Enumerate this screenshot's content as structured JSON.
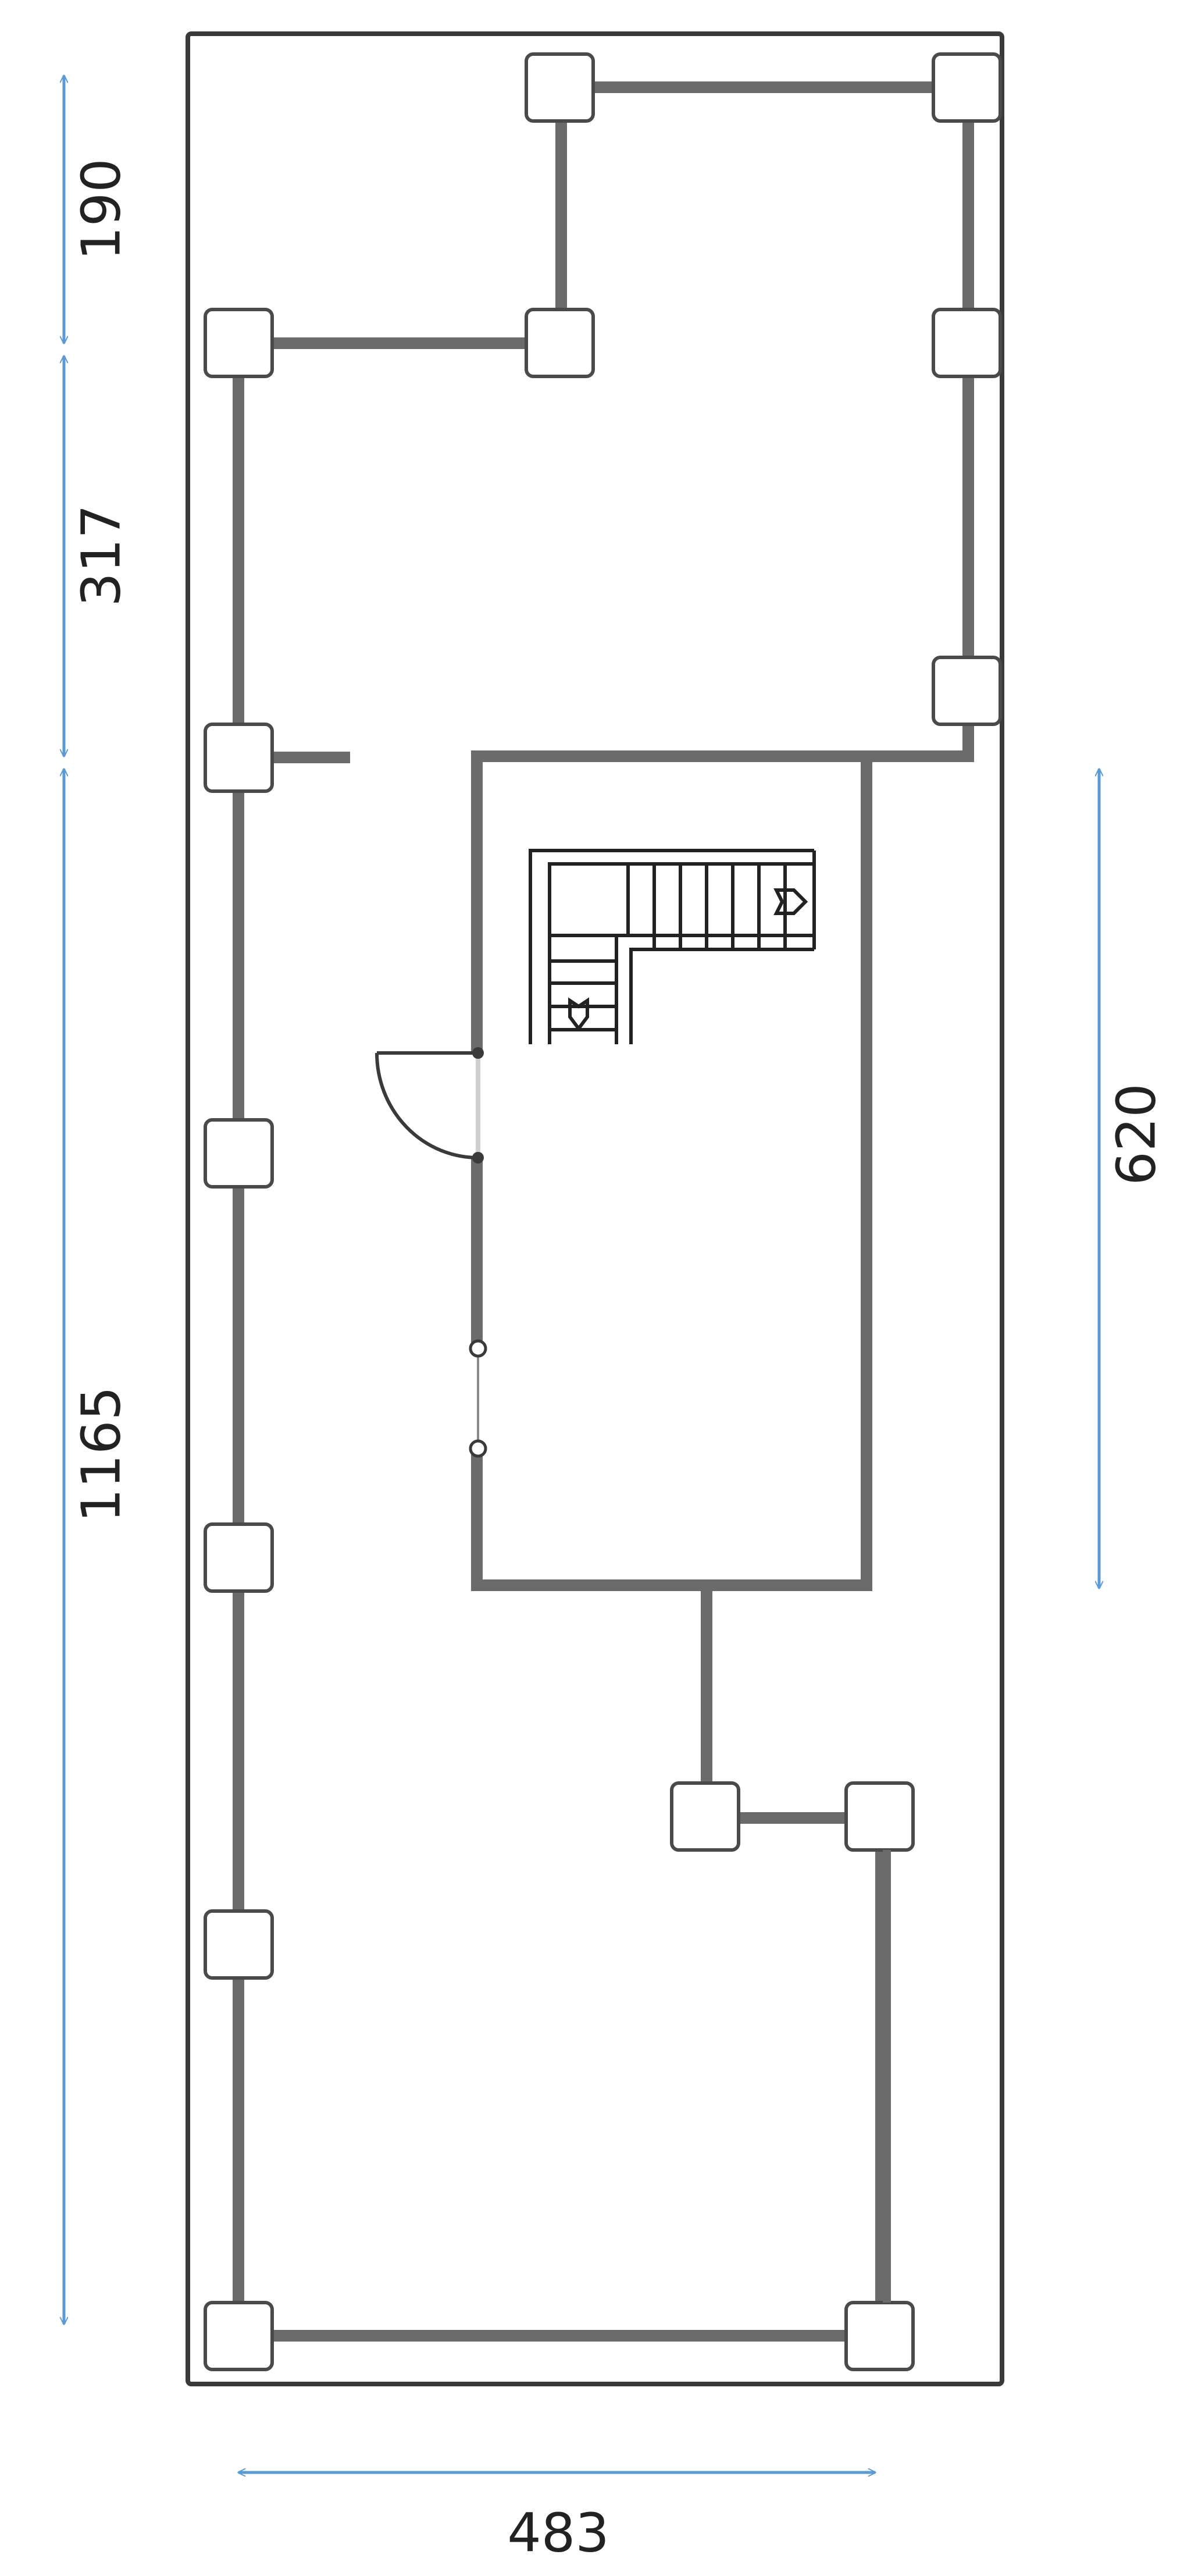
{
  "diagram": {
    "type": "floor-plan",
    "dimensions": {
      "left_top": "190",
      "left_middle": "317",
      "left_bottom": "1165",
      "right": "620",
      "bottom": "483"
    },
    "colors": {
      "wall": "#6b6b6b",
      "outline": "#3a3a3a",
      "column_fill": "#ffffff",
      "column_stroke": "#4a4a4a",
      "dimension_arrow": "#5b9bd5",
      "label": "#222222"
    }
  }
}
